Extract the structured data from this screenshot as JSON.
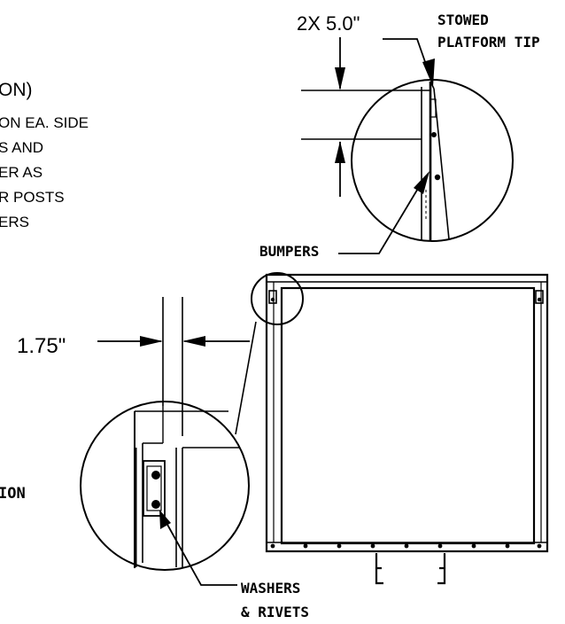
{
  "labels": {
    "dim_top": "2X 5.0\"",
    "stowed_line1": "STOWED",
    "stowed_line2": "PLATFORM TIP",
    "bumpers": "BUMPERS",
    "dim_side": "1.75\"",
    "washers_line1": "WASHERS",
    "washers_line2": "& RIVETS"
  },
  "partial_notes": {
    "heading": "ON)",
    "lines": [
      "ON EA. SIDE",
      "S AND",
      "ER AS",
      "R POSTS",
      "ERS"
    ],
    "left_fragment": "ION"
  }
}
